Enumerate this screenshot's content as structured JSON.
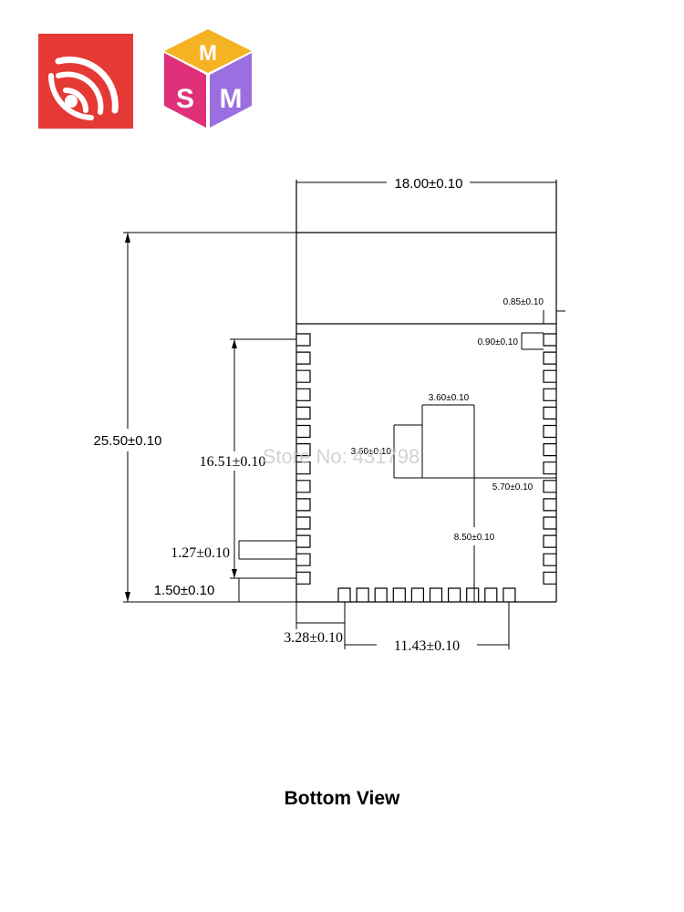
{
  "logos": {
    "left": {
      "icon": "espressif-logo-icon",
      "color": "#e53935"
    },
    "right": {
      "icon": "msm-cube-logo-icon",
      "text_top": "M",
      "text_left": "S",
      "text_right": "M",
      "colors": {
        "top": "#f5b324",
        "left": "#e0307a",
        "right": "#9b6fe0"
      }
    }
  },
  "dimensions": {
    "width_top": "18.00±0.10",
    "height_total": "25.50±0.10",
    "right_margin": "0.85±0.10",
    "pad_width": "0.90±0.10",
    "center_pad_width": "3.60±0.10",
    "center_pad_height": "3.60±0.10",
    "center_to_right": "5.70±0.10",
    "pin_span_left": "16.51±0.10",
    "center_to_bottom": "8.50±0.10",
    "pin_pitch": "1.27±0.10",
    "bottom_margin": "1.50±0.10",
    "bottom_pin_offset": "3.28±0.10",
    "bottom_pin_span": "11.43±0.10"
  },
  "watermark": "Store No: 431798",
  "caption": "Bottom View"
}
